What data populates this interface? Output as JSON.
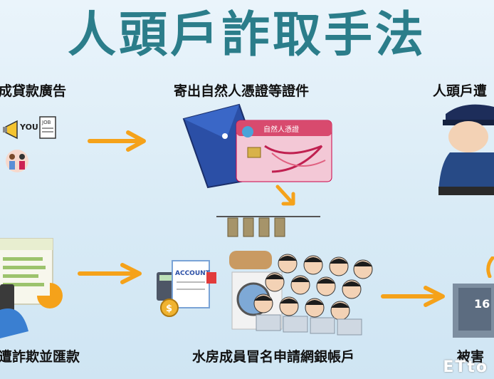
{
  "title": "人頭戶詐取手法",
  "steps": {
    "ad_caption": "成貸款廣告",
    "send_docs_caption": "寄出自然人憑證等證件",
    "caught_caption": "人頭戶遭",
    "fraud_caption": "遭詐欺並匯款",
    "water_house_caption": "水房成員冒名申請網銀帳戶",
    "victim_caption": "被害"
  },
  "artwork_text": {
    "ad_word": "YOU",
    "job_word": "JOB",
    "card_title": "自然人憑證",
    "account_word": "ACCOUNT",
    "screen_number": "16"
  },
  "watermark": "ETto",
  "colors": {
    "title": "#2b7d8a",
    "arrow": "#f5a21a",
    "background": "#dcecf7"
  }
}
